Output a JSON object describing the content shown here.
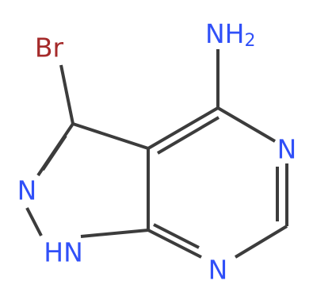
{
  "molecule": {
    "atoms": {
      "br": {
        "symbol": "Br",
        "color": "#a52a2a"
      },
      "nh2": {
        "symbol": "NH",
        "subscript": "2",
        "color": "#3050f8"
      },
      "n2": {
        "symbol": "N",
        "color": "#3050f8"
      },
      "n1": {
        "symbol": "HN",
        "color": "#3050f8"
      },
      "n5": {
        "symbol": "N",
        "color": "#3050f8"
      },
      "n7": {
        "symbol": "N",
        "color": "#3050f8"
      }
    },
    "bond_color": "#3c3c3c"
  }
}
